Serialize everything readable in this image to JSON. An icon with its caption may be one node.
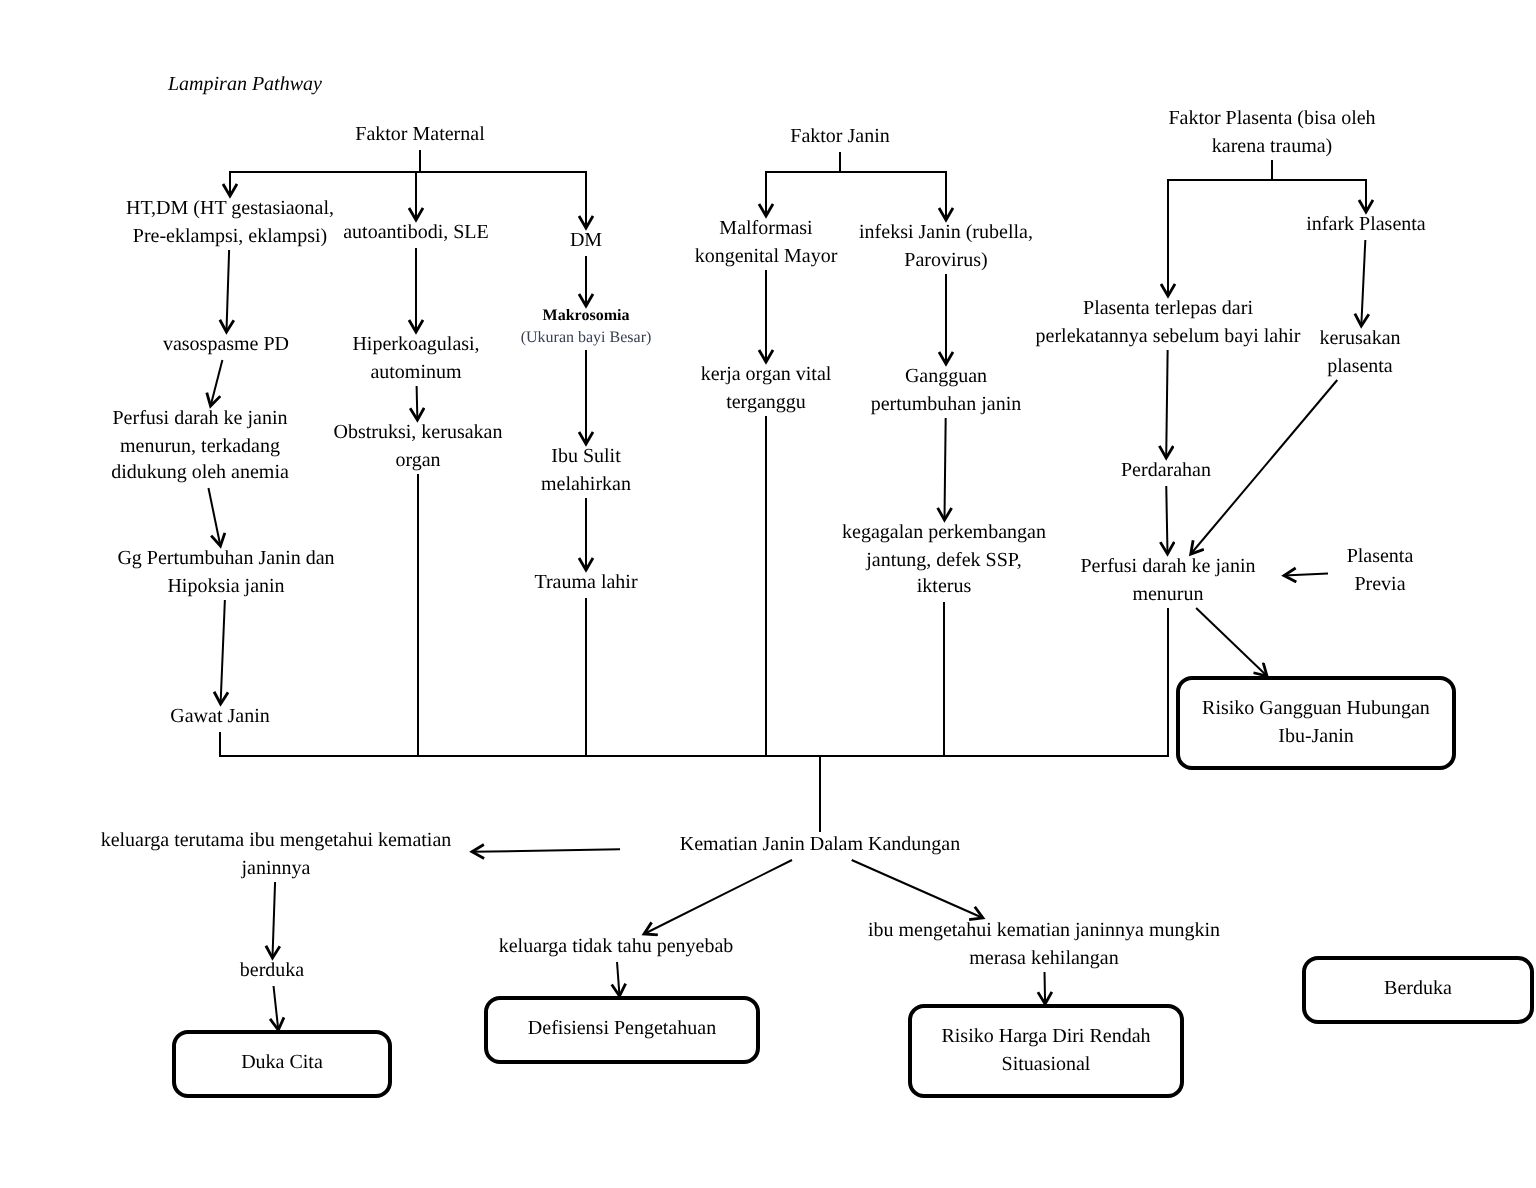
{
  "diagram": {
    "title": "Lampiran Pathway",
    "nodes": [
      {
        "text": [
          "Faktor Maternal"
        ]
      },
      {
        "text": [
          "HT,DM (HT gestasiaonal, Pre-eklampsi, eklampsi)"
        ]
      },
      {
        "text": [
          "autoantibodi, SLE"
        ]
      },
      {
        "text": [
          "DM"
        ]
      },
      {
        "text": [
          "vasospasme PD"
        ]
      },
      {
        "text": [
          "Hiperkoagulasi, autominum"
        ]
      },
      {
        "text": [
          "Makrosomia",
          "(Ukuran bayi Besar)"
        ]
      },
      {
        "text": [
          "Perfusi darah ke janin menurun, terkadang didukung oleh anemia"
        ]
      },
      {
        "text": [
          "Obstruksi, kerusakan organ"
        ]
      },
      {
        "text": [
          "Ibu Sulit melahirkan"
        ]
      },
      {
        "text": [
          "Trauma lahir"
        ]
      },
      {
        "text": [
          "Gg Pertumbuhan Janin dan Hipoksia janin"
        ]
      },
      {
        "text": [
          "Gawat Janin"
        ]
      },
      {
        "text": [
          "Faktor Janin"
        ]
      },
      {
        "text": [
          "Malformasi kongenital Mayor"
        ]
      },
      {
        "text": [
          "infeksi Janin (rubella, Parovirus)"
        ]
      },
      {
        "text": [
          "kerja organ vital terganggu"
        ]
      },
      {
        "text": [
          "Gangguan pertumbuhan janin"
        ]
      },
      {
        "text": [
          "kegagalan perkembangan jantung, defek SSP, ikterus"
        ]
      },
      {
        "text": [
          "Faktor Plasenta (bisa oleh karena trauma)"
        ]
      },
      {
        "text": [
          "Plasenta terlepas dari perlekatannya sebelum bayi lahir"
        ]
      },
      {
        "text": [
          "infark Plasenta"
        ]
      },
      {
        "text": [
          "kerusakan plasenta"
        ]
      },
      {
        "text": [
          "Perdarahan"
        ]
      },
      {
        "text": [
          "Perfusi darah ke janin menurun"
        ]
      },
      {
        "text": [
          "Plasenta Previa"
        ]
      },
      {
        "text": [
          "Risiko Gangguan Hubungan Ibu-Janin"
        ]
      },
      {
        "text": [
          "Kematian Janin Dalam Kandungan"
        ]
      },
      {
        "text": [
          "keluarga terutama ibu mengetahui kematian janinnya"
        ]
      },
      {
        "text": [
          "berduka"
        ]
      },
      {
        "text": [
          "Duka Cita"
        ]
      },
      {
        "text": [
          "keluarga tidak tahu penyebab"
        ]
      },
      {
        "text": [
          "Defisiensi Pengetahuan"
        ]
      },
      {
        "text": [
          "ibu mengetahui kematian janinnya mungkin merasa kehilangan"
        ]
      },
      {
        "text": [
          "Risiko Harga Diri Rendah Situasional"
        ]
      },
      {
        "text": [
          "Berduka"
        ]
      }
    ],
    "edges": [
      {
        "from": 0,
        "to": 1,
        "arrow": "to"
      },
      {
        "from": 0,
        "to": 2,
        "arrow": "to"
      },
      {
        "from": 0,
        "to": 3,
        "arrow": "to"
      },
      {
        "from": 1,
        "to": 4,
        "arrow": "to"
      },
      {
        "from": 4,
        "to": 7,
        "arrow": "to"
      },
      {
        "from": 7,
        "to": 11,
        "arrow": "to"
      },
      {
        "from": 11,
        "to": 12,
        "arrow": "to"
      },
      {
        "from": 2,
        "to": 5,
        "arrow": "to"
      },
      {
        "from": 5,
        "to": 8,
        "arrow": "to"
      },
      {
        "from": 3,
        "to": 6,
        "arrow": "to"
      },
      {
        "from": 6,
        "to": 9,
        "arrow": "to"
      },
      {
        "from": 9,
        "to": 10,
        "arrow": "to"
      },
      {
        "from": 13,
        "to": 14,
        "arrow": "to"
      },
      {
        "from": 13,
        "to": 15,
        "arrow": "to"
      },
      {
        "from": 14,
        "to": 16,
        "arrow": "to"
      },
      {
        "from": 15,
        "to": 17,
        "arrow": "to"
      },
      {
        "from": 17,
        "to": 18,
        "arrow": "to"
      },
      {
        "from": 19,
        "to": 20,
        "arrow": "to"
      },
      {
        "from": 19,
        "to": 21,
        "arrow": "to"
      },
      {
        "from": 21,
        "to": 22,
        "arrow": "to"
      },
      {
        "from": 20,
        "to": 23,
        "arrow": "to"
      },
      {
        "from": 23,
        "to": 24,
        "arrow": "to"
      },
      {
        "from": 22,
        "to": 24,
        "arrow": "to"
      },
      {
        "from": 25,
        "to": 24,
        "arrow": "to"
      },
      {
        "from": 24,
        "to": 26,
        "arrow": "to"
      },
      {
        "from": 12,
        "to": 27,
        "arrow": "none"
      },
      {
        "from": 8,
        "to": 27,
        "arrow": "none"
      },
      {
        "from": 10,
        "to": 27,
        "arrow": "none"
      },
      {
        "from": 16,
        "to": 27,
        "arrow": "none"
      },
      {
        "from": 18,
        "to": 27,
        "arrow": "none"
      },
      {
        "from": 24,
        "to": 27,
        "arrow": "none"
      },
      {
        "from": 27,
        "to": 28,
        "arrow": "to"
      },
      {
        "from": 27,
        "to": 31,
        "arrow": "to"
      },
      {
        "from": 27,
        "to": 33,
        "arrow": "to"
      },
      {
        "from": 28,
        "to": 29,
        "arrow": "to"
      },
      {
        "from": 29,
        "to": 30,
        "arrow": "to"
      },
      {
        "from": 31,
        "to": 32,
        "arrow": "to"
      },
      {
        "from": 33,
        "to": 34,
        "arrow": "to"
      }
    ]
  }
}
